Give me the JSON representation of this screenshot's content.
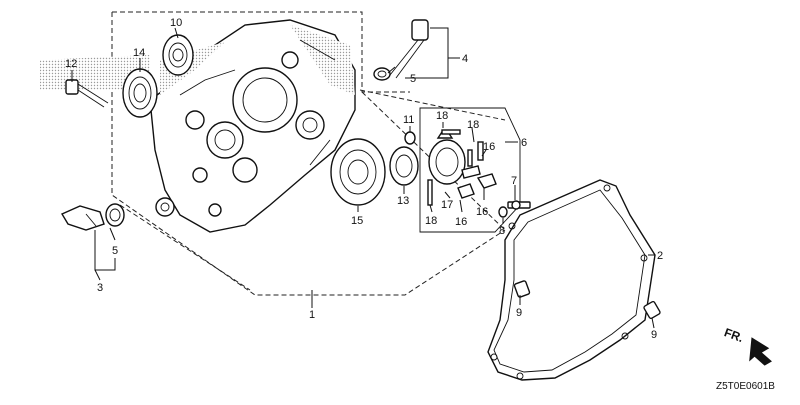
{
  "diagram": {
    "code": "Z5T0E0601B",
    "direction_label": "FR.",
    "callouts": [
      "1",
      "2",
      "3",
      "4",
      "5",
      "5",
      "6",
      "7",
      "8",
      "9",
      "9",
      "10",
      "11",
      "12",
      "13",
      "14",
      "15",
      "16",
      "16",
      "16",
      "17",
      "18",
      "18",
      "18"
    ]
  },
  "colors": {
    "line": "#111111",
    "background": "#ffffff",
    "shade": "#bfbfbf"
  },
  "icons": [
    "fr-arrow-icon"
  ]
}
